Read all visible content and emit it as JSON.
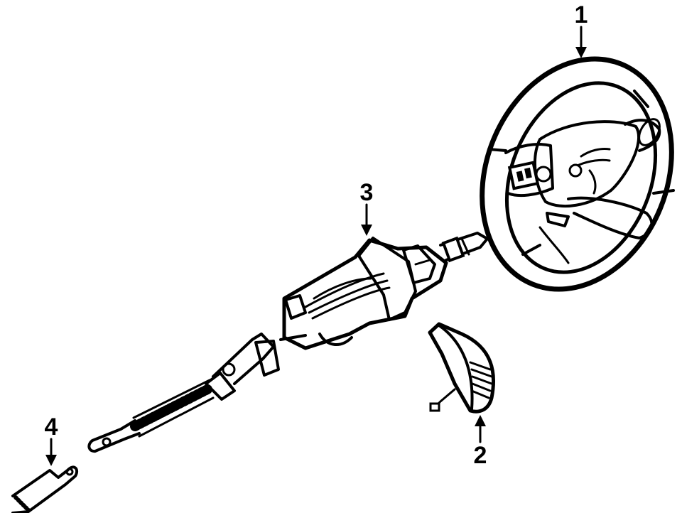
{
  "diagram": {
    "background": "#ffffff",
    "line_color": "#000000",
    "callouts": [
      {
        "id": "1",
        "label": "1",
        "part": "steering-wheel"
      },
      {
        "id": "2",
        "label": "2",
        "part": "trim-cover"
      },
      {
        "id": "3",
        "label": "3",
        "part": "steering-column-assembly"
      },
      {
        "id": "4",
        "label": "4",
        "part": "intermediate-shaft"
      }
    ]
  }
}
